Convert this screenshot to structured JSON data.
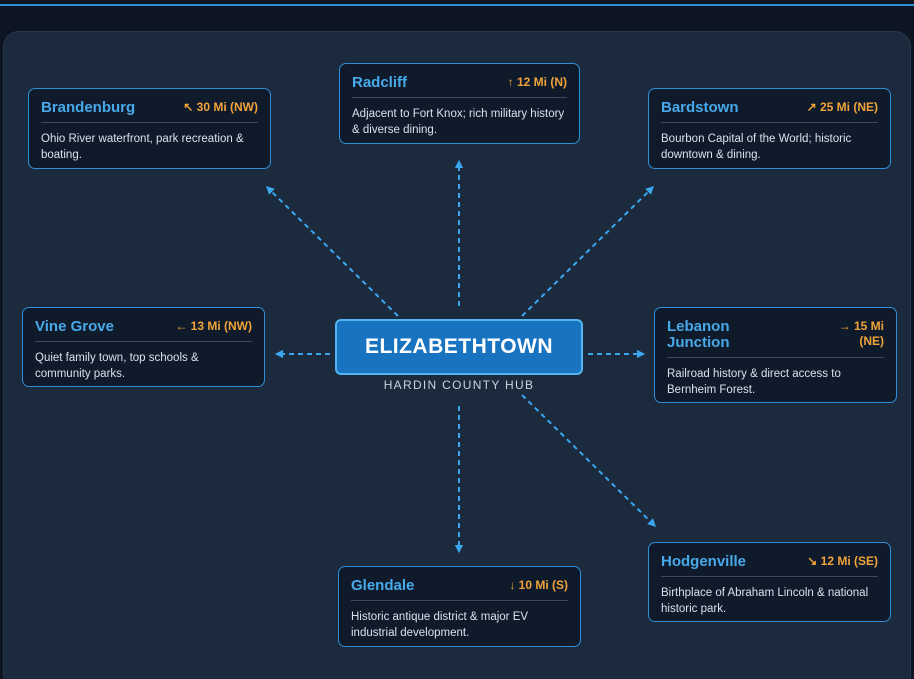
{
  "hub": {
    "title": "ELIZABETHTOWN",
    "subtitle": "HARDIN COUNTY HUB"
  },
  "destinations": {
    "radcliff": {
      "name": "Radcliff",
      "distance": "↑ 12 Mi (N)",
      "description": "Adjacent to Fort Knox; rich military history & diverse dining."
    },
    "brandenburg": {
      "name": "Brandenburg",
      "distance": "↖ 30 Mi (NW)",
      "description": "Ohio River waterfront, park recreation & boating."
    },
    "bardstown": {
      "name": "Bardstown",
      "distance": "↗ 25 Mi (NE)",
      "description": "Bourbon Capital of the World; historic downtown & dining."
    },
    "vine_grove": {
      "name": "Vine Grove",
      "distance": "← 13 Mi (NW)",
      "description": "Quiet family town, top schools & community parks."
    },
    "lebanon_junction": {
      "name": "Lebanon Junction",
      "distance": "→ 15 Mi (NE)",
      "description": "Railroad history & direct access to Bernheim Forest."
    },
    "glendale": {
      "name": "Glendale",
      "distance": "↓ 10 Mi (S)",
      "description": "Historic antique district & major EV industrial development."
    },
    "hodgenville": {
      "name": "Hodgenville",
      "distance": "↘ 12 Mi (SE)",
      "description": "Birthplace of Abraham Lincoln & national historic park."
    }
  },
  "colors": {
    "accent": "#2f8ed8",
    "heading": "#48a9ea",
    "distance": "#f0a33a",
    "hub_fill": "#1874c0",
    "connector": "#3aa6ee"
  }
}
